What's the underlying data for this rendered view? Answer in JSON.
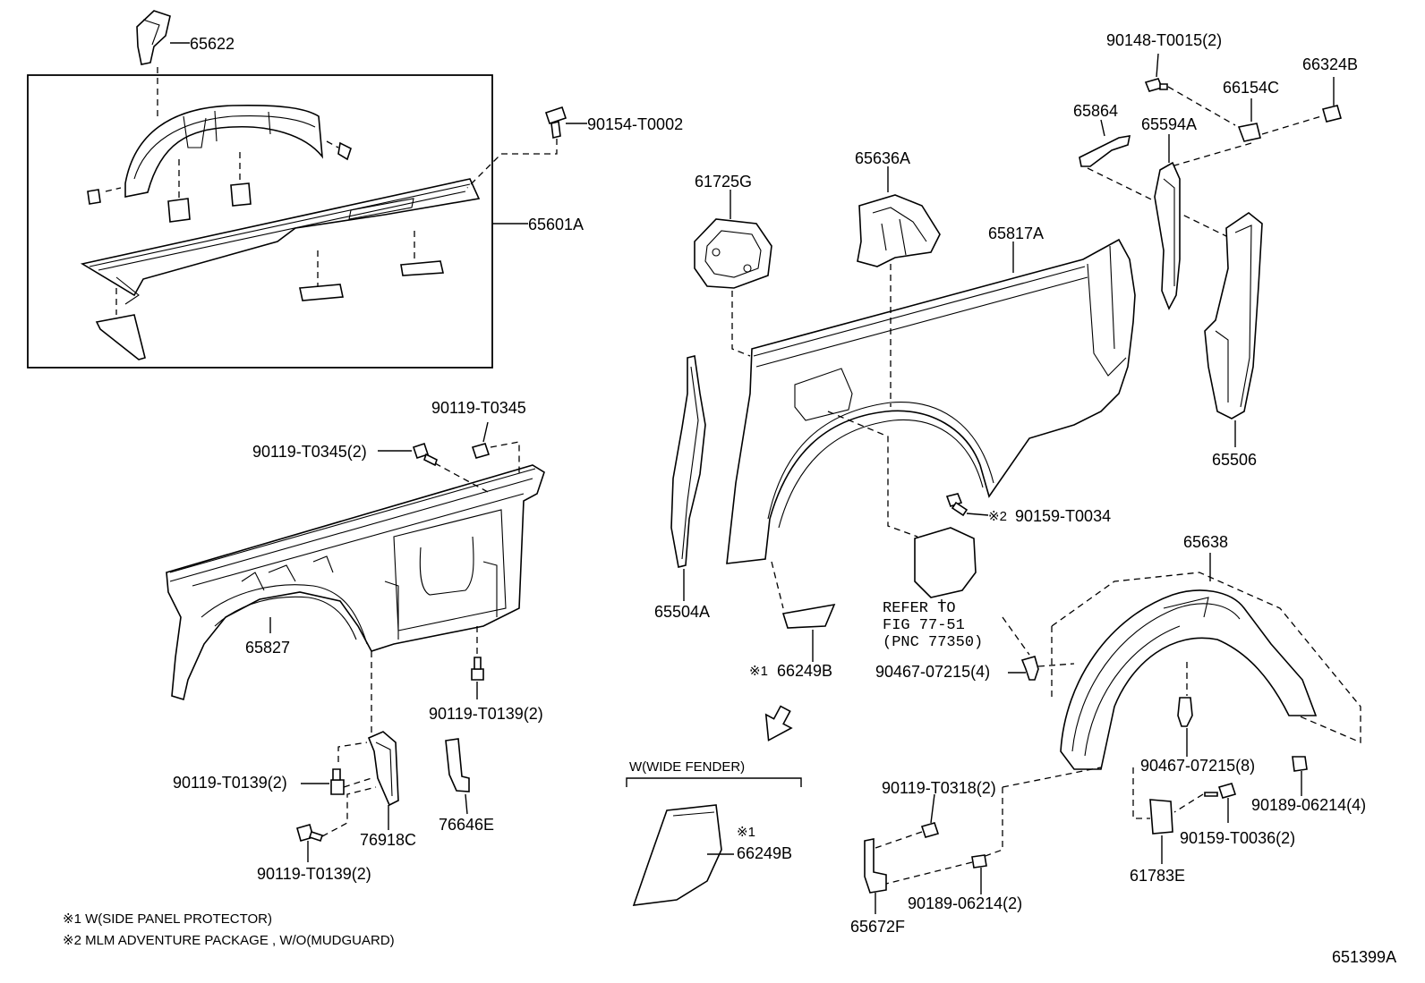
{
  "labels": {
    "p65622": "65622",
    "p90154_T0002": "90154-T0002",
    "p65601A": "65601A",
    "p90119_T0345": "90119-T0345",
    "p90119_T0345_2": "90119-T0345(2)",
    "p65827": "65827",
    "p90119_T0139_2_a": "90119-T0139(2)",
    "p90119_T0139_2_b": "90119-T0139(2)",
    "p90119_T0139_2_c": "90119-T0139(2)",
    "p76918C": "76918C",
    "p76646E": "76646E",
    "p61725G": "61725G",
    "p65636A": "65636A",
    "p65817A": "65817A",
    "p65504A": "65504A",
    "p66249B_a": "66249B",
    "p66249B_b": "66249B",
    "p90148_T0015_2": "90148-T0015(2)",
    "p66324B": "66324B",
    "p66154C": "66154C",
    "p65864": "65864",
    "p65594A": "65594A",
    "p65506": "65506",
    "p90159_T0034": "90159-T0034",
    "p65638": "65638",
    "p90467_07215_4": "90467-07215(4)",
    "p90467_07215_8": "90467-07215(8)",
    "p90189_06214_4": "90189-06214(4)",
    "p90119_T0318_2": "90119-T0318(2)",
    "p90159_T0036_2": "90159-T0036(2)",
    "p61783E": "61783E",
    "p90189_06214_2": "90189-06214(2)",
    "p65672F": "65672F"
  },
  "marks": {
    "mark1_a": "※1",
    "mark1_b": "※1",
    "mark2": "※2"
  },
  "refer": {
    "line1": "REFER TO",
    "line2": "FIG 77-51",
    "line3": "(PNC 77350)"
  },
  "wide_fender_label": "W(WIDE FENDER)",
  "footnotes": {
    "note1": "※1 W(SIDE PANEL PROTECTOR)",
    "note2": "※2 MLM ADVENTURE PACKAGE , W/O(MUDGUARD)"
  },
  "figure_id": "651399A"
}
